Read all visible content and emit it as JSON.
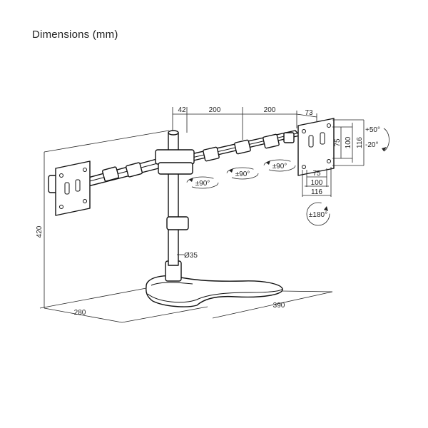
{
  "header": {
    "title": "Dimensions (mm)"
  },
  "dimensions": {
    "pole_offset": "42",
    "arm_segment_1": "200",
    "arm_segment_2": "200",
    "end_offset": "73",
    "pole_diameter": "Ø35",
    "height": "420",
    "base_depth": "280",
    "base_width": "390"
  },
  "rotations": {
    "arm_1": "±90°",
    "arm_2": "±90°",
    "arm_3": "±90°",
    "tilt_up": "+50°",
    "tilt_down": "-20°",
    "rotate": "±180°"
  },
  "vesa": {
    "vertical_inner": "75",
    "vertical_mid": "100",
    "vertical_outer": "116",
    "horizontal_inner": "75",
    "horizontal_mid": "100",
    "horizontal_outer": "116"
  }
}
